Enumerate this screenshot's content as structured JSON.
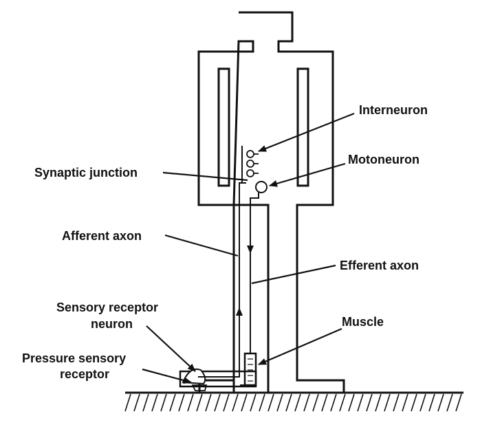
{
  "diagram": {
    "labels": {
      "interneuron": "Interneuron",
      "motoneuron": "Motoneuron",
      "synaptic_junction": "Synaptic junction",
      "afferent_axon": "Afferent axon",
      "efferent_axon": "Efferent axon",
      "sensory_receptor_neuron_line1": "Sensory receptor",
      "sensory_receptor_neuron_line2": "neuron",
      "muscle": "Muscle",
      "pressure_sensory_receptor_line1": "Pressure sensory",
      "pressure_sensory_receptor_line2": "receptor"
    },
    "colors": {
      "ink": "#111111",
      "background": "#ffffff"
    }
  }
}
